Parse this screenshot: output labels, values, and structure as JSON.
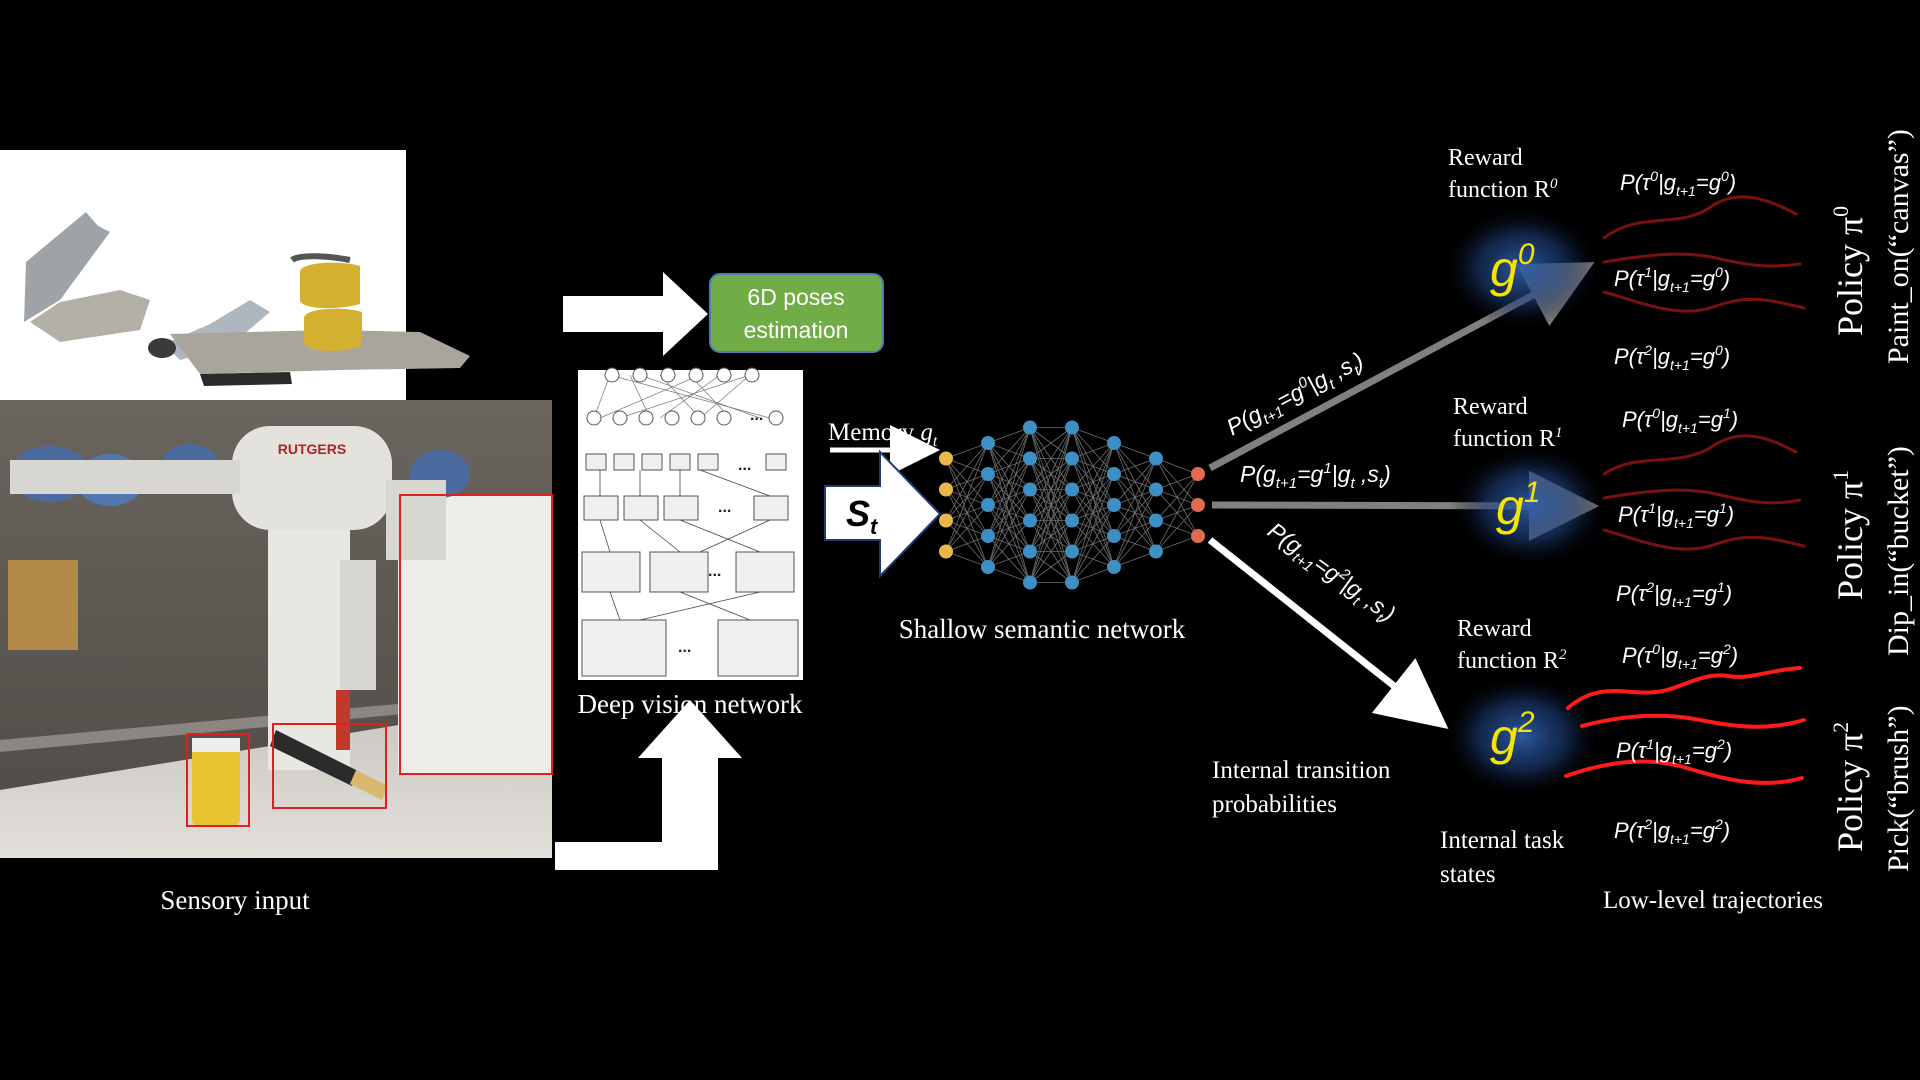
{
  "labels": {
    "sensory_input": "Sensory input",
    "pose_box": [
      "6D poses",
      "estimation"
    ],
    "deep_vision": "Deep vision network",
    "memory": "Memory",
    "memory_var": "g",
    "memory_sub": "t",
    "state": "S",
    "state_sub": "t",
    "shallow": "Shallow semantic network",
    "transition": [
      "Internal transition",
      "probabilities"
    ],
    "task_states": [
      "Internal task",
      "states"
    ],
    "trajectories": "Low-level trajectories",
    "robot_logo": "RUTGERS",
    "ellipsis": "..."
  },
  "goals": [
    {
      "symbol": "g",
      "sup": "0",
      "reward": [
        "Reward",
        "function R"
      ],
      "reward_sup": "0",
      "transition": "P(g_{t+1}=g^0|g_t ,s_t)",
      "trajectories": [
        "P(τ^0|g_{t+1}=g^0)",
        "P(τ^1|g_{t+1}=g^0)",
        "P(τ^2|g_{t+1}=g^0)"
      ],
      "policy": "Policy π",
      "policy_sup": "0",
      "action": "Paint_on(“canvas”)"
    },
    {
      "symbol": "g",
      "sup": "1",
      "reward": [
        "Reward",
        "function R"
      ],
      "reward_sup": "1",
      "transition": "P(g_{t+1}=g^1|g_t ,s_t)",
      "trajectories": [
        "P(τ^0|g_{t+1}=g^1)",
        "P(τ^1|g_{t+1}=g^1)",
        "P(τ^2|g_{t+1}=g^1)"
      ],
      "policy": "Policy π",
      "policy_sup": "1",
      "action": "Dip_in(“bucket”)"
    },
    {
      "symbol": "g",
      "sup": "2",
      "reward": [
        "Reward",
        "function R"
      ],
      "reward_sup": "2",
      "transition": "P(g_{t+1}=g^2|g_t ,s_t)",
      "trajectories": [
        "P(τ^0|g_{t+1}=g^2)",
        "P(τ^1|g_{t+1}=g^2)",
        "P(τ^2|g_{t+1}=g^2)"
      ],
      "policy": "Policy π",
      "policy_sup": "2",
      "action": "Pick(“brush”)"
    }
  ],
  "network_layers": [
    4,
    5,
    6,
    6,
    5,
    4,
    3
  ],
  "colors": {
    "background": "#000000",
    "goal_text": "#f4e400",
    "goal_glow": "#2f5ea8",
    "pose_box": "#70ad47",
    "input_node": "#e8b84a",
    "hidden_node": "#3d8fc4",
    "output_node": "#e06b4f",
    "arrow_gray": "#808080",
    "trajectory_active": "#ff1a1a",
    "trajectory_dim": "#7a1010",
    "bbox": "#e02020"
  }
}
